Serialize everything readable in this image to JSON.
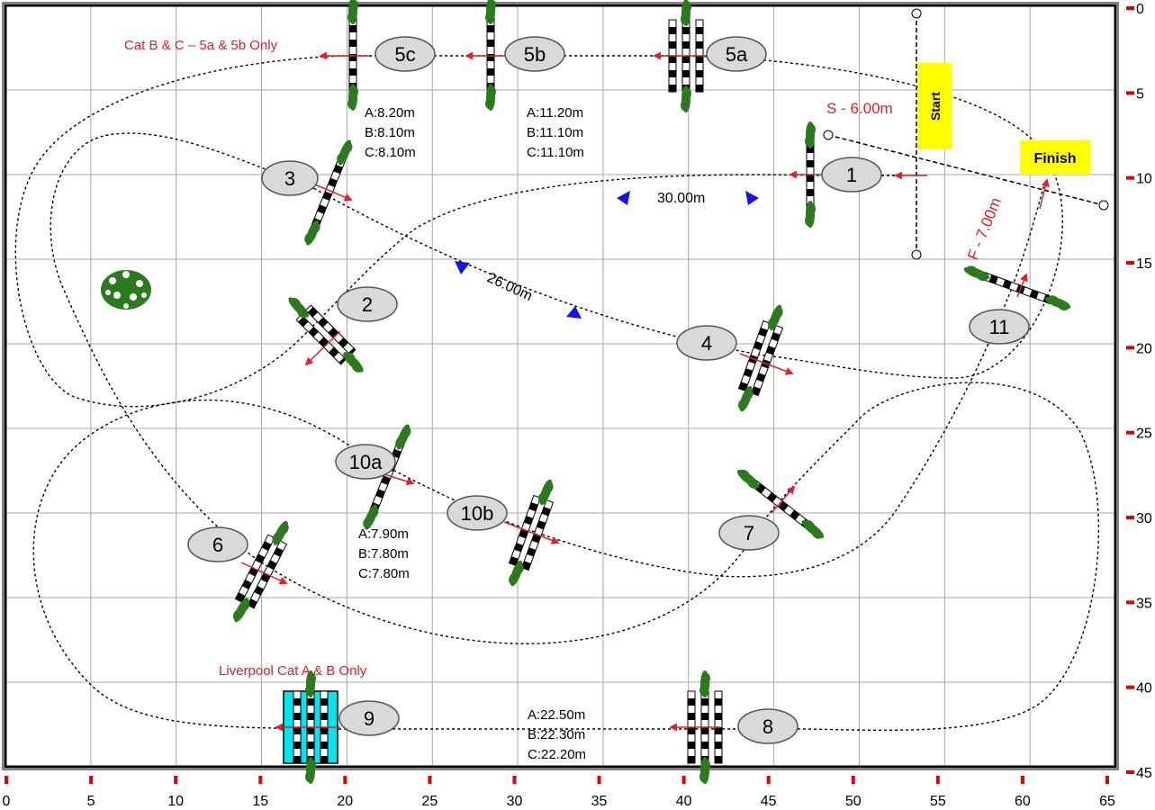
{
  "arena": {
    "x_ticks": [
      "0",
      "5",
      "10",
      "15",
      "20",
      "25",
      "30",
      "35",
      "40",
      "45",
      "50",
      "55",
      "60",
      "65"
    ],
    "y_ticks": [
      "0",
      "5",
      "10",
      "15",
      "20",
      "25",
      "30",
      "35",
      "40",
      "45"
    ]
  },
  "jumps": {
    "j1": "1",
    "j2": "2",
    "j3": "3",
    "j4": "4",
    "j5a": "5a",
    "j5b": "5b",
    "j5c": "5c",
    "j6": "6",
    "j7": "7",
    "j8": "8",
    "j9": "9",
    "j10a": "10a",
    "j10b": "10b",
    "j11": "11"
  },
  "labels": {
    "start": "Start",
    "finish": "Finish",
    "start_line": "S - 6.00m",
    "finish_line": "F - 7.00m",
    "cat_bc_note": "Cat B & C – 5a & 5b Only",
    "liverpool_note": "Liverpool Cat A & B Only",
    "dist_30": "30.00m",
    "dist_26": "26.00m"
  },
  "distances": {
    "d5c_5b": [
      "A:8.20m",
      "B:8.10m",
      "C:8.10m"
    ],
    "d5b_5a": [
      "A:11.20m",
      "B:11.10m",
      "C:11.10m"
    ],
    "d10": [
      "A:7.90m",
      "B:7.80m",
      "C:7.80m"
    ],
    "d9_8": [
      "A:22.50m",
      "B:22.30m",
      "C:22.20m"
    ]
  },
  "colors": {
    "grid": "#a8a8a8",
    "border": "#000000",
    "route": "#000000",
    "arrow": "#e0202a",
    "tree": "#2c7a1e",
    "jump_circle": "#d9d9d9",
    "start_finish": "#ffff00",
    "water": "#00e5ee",
    "direction_marker": "#1414e6",
    "tick_marks": "#e00000"
  }
}
